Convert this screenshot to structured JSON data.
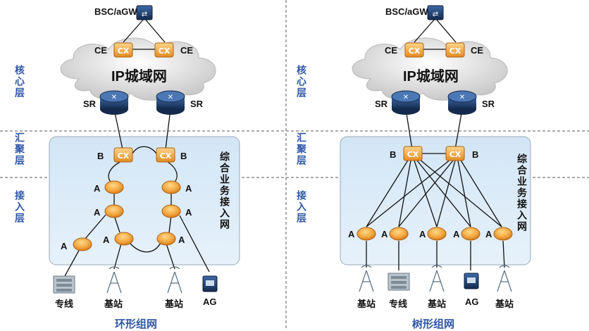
{
  "layers": {
    "core": "核心层",
    "aggregation": "汇聚层",
    "access": "接入层"
  },
  "labels": {
    "bsc": "BSC/aGW",
    "ce": "CE",
    "ip_metro": "IP城域网",
    "sr": "SR",
    "b": "B",
    "a": "A",
    "integrated_access_network": "综合业务接入网",
    "leased_line": "专线",
    "base_station": "基站",
    "ag": "AG"
  },
  "captions": {
    "ring": "环形组网",
    "tree": "树形组网"
  },
  "colors": {
    "layer_text": "#2f56a8",
    "panel_fill": "#dcebf7",
    "router_orange": "#f2a23c",
    "router_navy": "#1f3b66"
  }
}
